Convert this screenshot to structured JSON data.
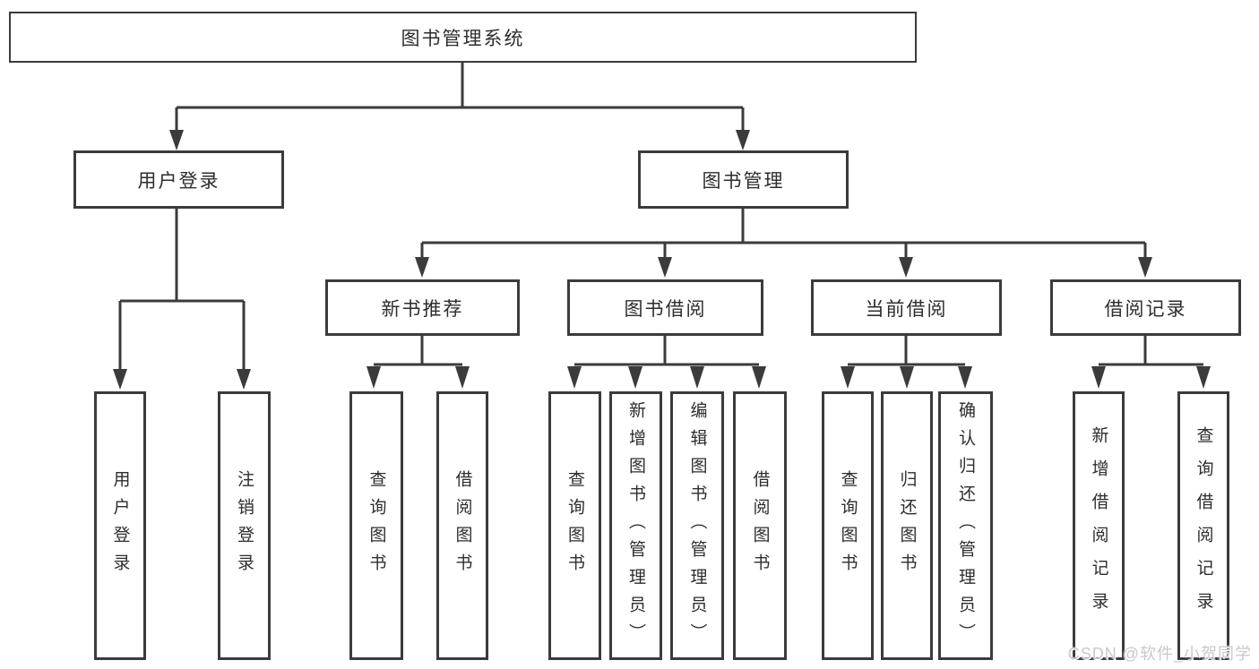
{
  "tree": {
    "root": {
      "label": "图书管理系统",
      "children": [
        {
          "label": "用户登录",
          "children": [
            {
              "label": "用户登录"
            },
            {
              "label": "注销登录"
            }
          ]
        },
        {
          "label": "图书管理",
          "children": [
            {
              "label": "新书推荐",
              "children": [
                {
                  "label": "查询图书"
                },
                {
                  "label": "借阅图书"
                }
              ]
            },
            {
              "label": "图书借阅",
              "children": [
                {
                  "label": "查询图书"
                },
                {
                  "label": "新增图书（管理员）"
                },
                {
                  "label": "编辑图书（管理员）"
                },
                {
                  "label": "借阅图书"
                }
              ]
            },
            {
              "label": "当前借阅",
              "children": [
                {
                  "label": "查询图书"
                },
                {
                  "label": "归还图书"
                },
                {
                  "label": "确认归还（管理员）"
                }
              ]
            },
            {
              "label": "借阅记录",
              "children": [
                {
                  "label": "新增借阅记录"
                },
                {
                  "label": "查询借阅记录"
                }
              ]
            }
          ]
        }
      ]
    }
  },
  "watermark": "CSDN @软件_小贺同学",
  "colors": {
    "line": "#3b3b3b",
    "text": "#2d2d2d",
    "box_background": "#ffffff",
    "watermark": "#c9c9c9",
    "background": "#ffffff"
  }
}
